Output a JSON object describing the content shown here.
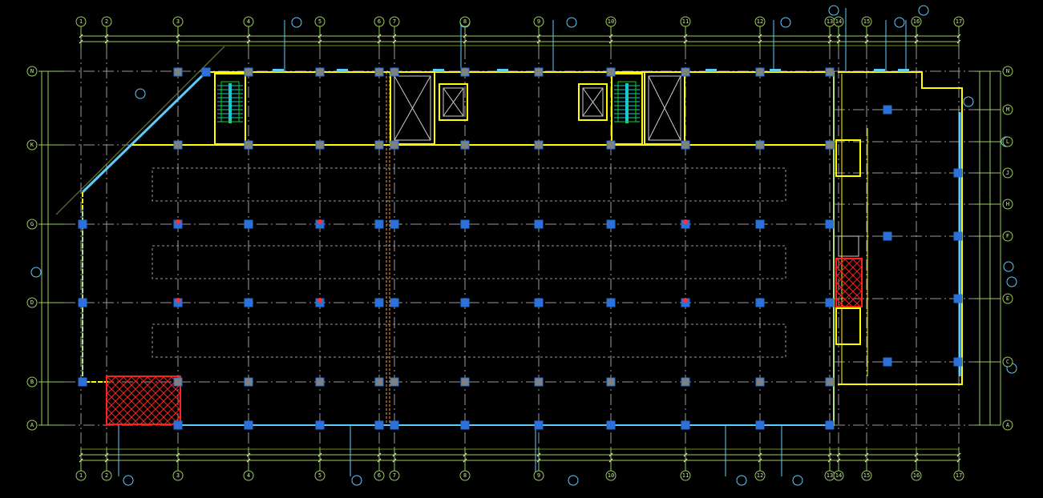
{
  "drawing": {
    "title": "Floor plan",
    "column_axes": [
      "1",
      "2",
      "3",
      "4",
      "5",
      "6",
      "7",
      "8",
      "9",
      "10",
      "11",
      "12",
      "13",
      "14",
      "15",
      "16",
      "17"
    ],
    "row_axes_left": [
      "N",
      "K",
      "G",
      "D",
      "B",
      "A"
    ],
    "row_axes_right": [
      "N",
      "M",
      "L",
      "J",
      "H",
      "F",
      "E",
      "C",
      "A"
    ],
    "colors": {
      "background": "#000000",
      "axis": "#9acd5a",
      "grid": "#9a9a9a",
      "wall": "#ffff00",
      "window": "#5ecbff",
      "column": "#808080",
      "column_outline": "#1e6fd9",
      "stair": "#19c8c8",
      "room_green": "#00e000",
      "hatch": "#ff2020",
      "text": "#ffffff"
    }
  }
}
